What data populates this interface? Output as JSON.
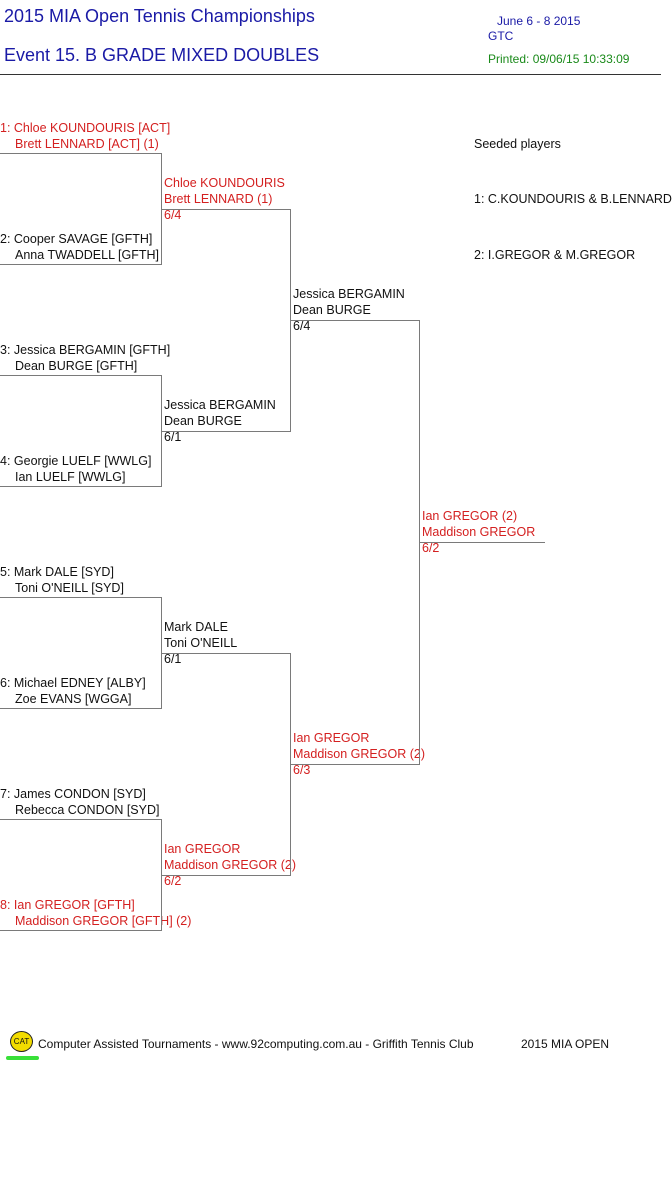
{
  "header": {
    "title": "2015 MIA Open Tennis Championships",
    "event": "Event 15. B GRADE MIXED DOUBLES",
    "dates": "June 6 - 8  2015",
    "venue": "GTC",
    "printed": "Printed: 09/06/15 10:33:09"
  },
  "round1": [
    {
      "line1": "1: Chloe KOUNDOURIS [ACT]",
      "line2": "Brett LENNARD [ACT] (1)"
    },
    {
      "line1": "2: Cooper SAVAGE [GFTH]",
      "line2": "Anna TWADDELL [GFTH]"
    },
    {
      "line1": "3: Jessica BERGAMIN [GFTH]",
      "line2": "Dean BURGE [GFTH]"
    },
    {
      "line1": "4: Georgie LUELF [WWLG]",
      "line2": "Ian LUELF [WWLG]"
    },
    {
      "line1": "5: Mark DALE [SYD]",
      "line2": "Toni O'NEILL [SYD]"
    },
    {
      "line1": "6: Michael EDNEY [ALBY]",
      "line2": "Zoe EVANS [WGGA]"
    },
    {
      "line1": "7: James CONDON [SYD]",
      "line2": "Rebecca CONDON [SYD]"
    },
    {
      "line1": "8: Ian GREGOR [GFTH]",
      "line2": "Maddison GREGOR [GFTH] (2)"
    }
  ],
  "round2": [
    {
      "line1": "Chloe KOUNDOURIS",
      "line2": "Brett LENNARD (1)",
      "score": "6/4"
    },
    {
      "line1": "Jessica BERGAMIN",
      "line2": "Dean BURGE",
      "score": "6/1"
    },
    {
      "line1": "Mark DALE",
      "line2": "Toni O'NEILL",
      "score": "6/1"
    },
    {
      "line1": "Ian GREGOR",
      "line2": "Maddison GREGOR (2)",
      "score": "6/2"
    }
  ],
  "semis": [
    {
      "line1": "Jessica BERGAMIN",
      "line2": "Dean BURGE",
      "score": "6/4"
    },
    {
      "line1": "Ian GREGOR",
      "line2": "Maddison GREGOR (2)",
      "score": "6/3"
    }
  ],
  "final": {
    "line1": "Ian GREGOR (2)",
    "line2": "Maddison GREGOR",
    "score": "6/2"
  },
  "seeds": {
    "heading": "Seeded players",
    "items": [
      "1: C.KOUNDOURIS & B.LENNARD",
      "2: I.GREGOR & M.GREGOR"
    ]
  },
  "footer": {
    "logo": "CAT",
    "credit": "Computer Assisted Tournaments - www.92computing.com.au -  Griffith Tennis Club",
    "event": "2015 MIA OPEN"
  },
  "colors": {
    "title": "#1a1aa6",
    "winner": "#d42020",
    "printed": "#1a8a1a",
    "logo": "#f2dc00",
    "logo_underline": "#39e039"
  }
}
